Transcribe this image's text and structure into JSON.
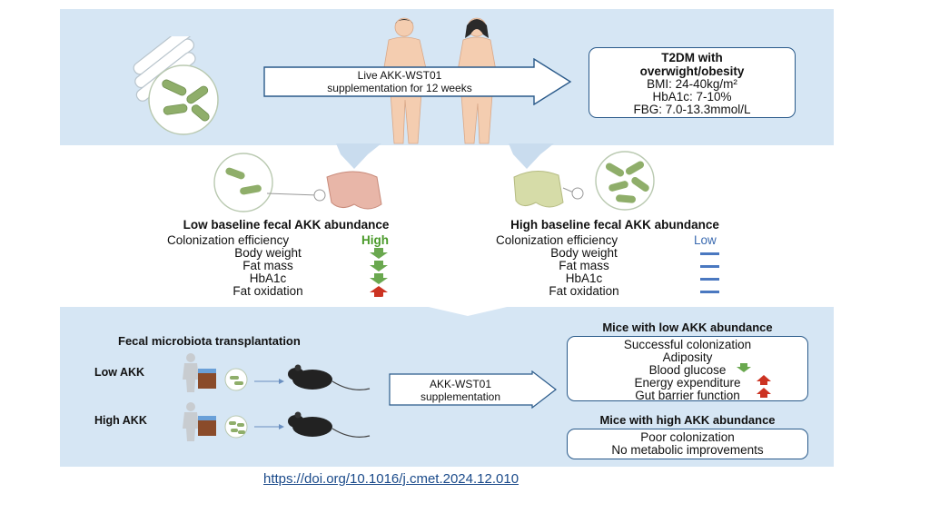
{
  "top": {
    "arrow_text_line1": "Live AKK-WST01",
    "arrow_text_line2": "supplementation for 12 weeks",
    "criteria": {
      "title_line1": "T2DM with",
      "title_line2": "overwight/obesity",
      "bmi": "BMI: 24-40kg/m²",
      "hba1c": "HbA1c: 7-10%",
      "fbg": "FBG: 7.0-13.3mmol/L"
    }
  },
  "middle": {
    "low": {
      "heading": "Low baseline fecal AKK abundance",
      "rows": [
        {
          "label": "Colonization efficiency",
          "value": "High"
        },
        {
          "label": "Body weight"
        },
        {
          "label": "Fat mass"
        },
        {
          "label": "HbA1c"
        },
        {
          "label": "Fat oxidation"
        }
      ]
    },
    "high": {
      "heading": "High baseline fecal AKK abundance",
      "rows": [
        {
          "label": "Colonization efficiency",
          "value": "Low"
        },
        {
          "label": "Body weight"
        },
        {
          "label": "Fat mass"
        },
        {
          "label": "HbA1c"
        },
        {
          "label": "Fat oxidation"
        }
      ]
    }
  },
  "bottom": {
    "fmt_title": "Fecal microbiota transplantation",
    "low_akk": "Low AKK",
    "high_akk": "High AKK",
    "arrow_text_line1": "AKK-WST01",
    "arrow_text_line2": "supplementation",
    "low_mice": {
      "heading": "Mice with low AKK abundance",
      "items": [
        "Successful colonization",
        "Adiposity",
        "Blood glucose",
        "Energy expenditure",
        "Gut barrier function"
      ]
    },
    "high_mice": {
      "heading": "Mice with high AKK abundance",
      "items": [
        "Poor colonization",
        "No metabolic improvements"
      ]
    }
  },
  "doi": "https://doi.org/10.1016/j.cmet.2024.12.010",
  "colors": {
    "panel": "#d6e6f4",
    "down_green": "#6aa84f",
    "up_red": "#cc3322",
    "neutral_blue": "#4a78c0",
    "high_green": "#4a9a2a",
    "low_blue": "#3a6ab0"
  }
}
